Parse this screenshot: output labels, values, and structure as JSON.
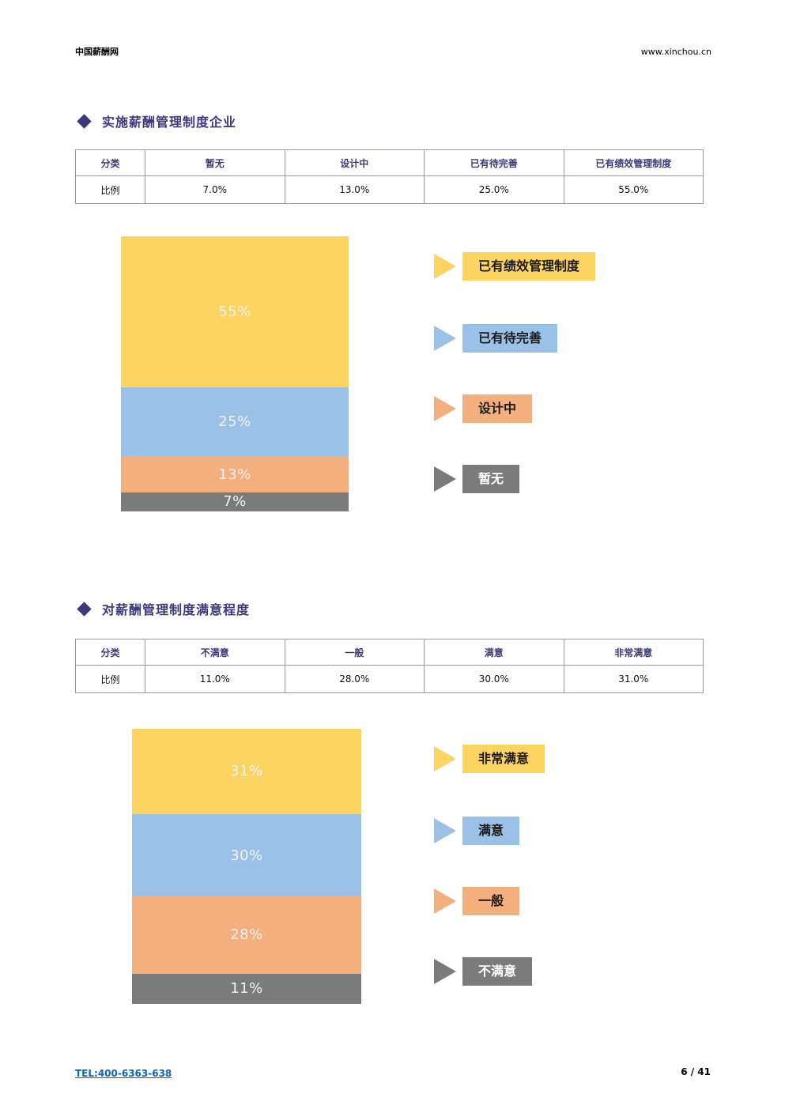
{
  "header": {
    "brand": "中国薪酬网",
    "website": "www.xinchou.cn"
  },
  "sections": [
    {
      "title": "实施薪酬管理制度企业",
      "table": {
        "header_row": [
          "分类",
          "暂无",
          "设计中",
          "已有待完善",
          "已有绩效管理制度"
        ],
        "data_row": [
          "比例",
          "7.0%",
          "13.0%",
          "25.0%",
          "55.0%"
        ]
      }
    },
    {
      "title": "对薪酬管理制度满意程度",
      "table": {
        "header_row": [
          "分类",
          "不满意",
          "一般",
          "满意",
          "非常满意"
        ],
        "data_row": [
          "比例",
          "11.0%",
          "28.0%",
          "30.0%",
          "31.0%"
        ]
      }
    }
  ],
  "chart_data": [
    {
      "type": "bar",
      "subtype": "stacked_column",
      "title": "实施薪酬管理制度企业",
      "categories": [
        "已有绩效管理制度",
        "已有待完善",
        "设计中",
        "暂无"
      ],
      "values": [
        55,
        25,
        13,
        7
      ],
      "labels": [
        "55%",
        "25%",
        "13%",
        "7%"
      ],
      "colors": [
        "#FCD462",
        "#9BC2E6",
        "#F4AF7E",
        "#7B7B7B"
      ],
      "legend_text_colors": [
        "#1A1A1A",
        "#1A1A1A",
        "#1A1A1A",
        "#FFFFFF"
      ],
      "label_color": "#F2F2F2",
      "legend_position": "right",
      "ylim": [
        0,
        100
      ],
      "grid": false
    },
    {
      "type": "bar",
      "subtype": "stacked_column",
      "title": "对薪酬管理制度满意程度",
      "categories": [
        "非常满意",
        "满意",
        "一般",
        "不满意"
      ],
      "values": [
        31,
        30,
        28,
        11
      ],
      "labels": [
        "31%",
        "30%",
        "28%",
        "11%"
      ],
      "colors": [
        "#FCD462",
        "#9BC2E6",
        "#F4AF7E",
        "#7B7B7B"
      ],
      "legend_text_colors": [
        "#1A1A1A",
        "#1A1A1A",
        "#1A1A1A",
        "#FFFFFF"
      ],
      "label_color": "#F2F2F2",
      "legend_position": "right",
      "ylim": [
        0,
        100
      ],
      "grid": false
    }
  ],
  "footer": {
    "tel": "TEL:400-6363-638",
    "page_number": "6 / 41"
  }
}
